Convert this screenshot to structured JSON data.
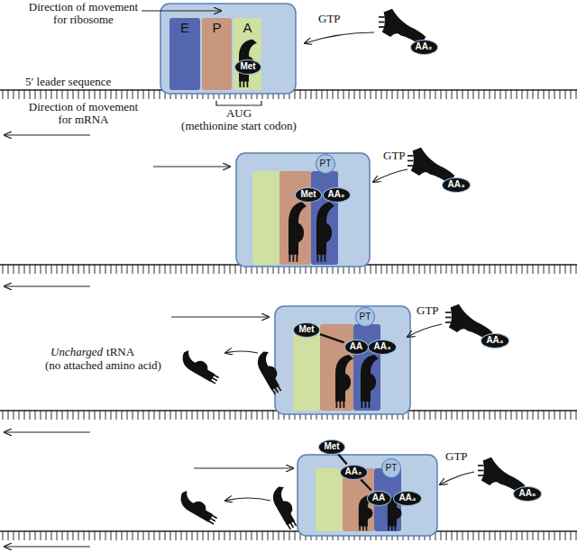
{
  "diagram": {
    "nodes": [
      {
        "text": [
          "E"
        ]
      },
      {
        "text": [
          "P"
        ]
      },
      {
        "text": [
          "A"
        ]
      },
      {
        "text": [
          "Met"
        ]
      },
      {
        "text": [
          "AA₂"
        ]
      },
      {
        "text": [
          "PT"
        ]
      },
      {
        "text": [
          "Met"
        ]
      },
      {
        "text": [
          "AA₂"
        ]
      },
      {
        "text": [
          "AA₃"
        ]
      },
      {
        "text": [
          "PT"
        ]
      },
      {
        "text": [
          "Met"
        ]
      },
      {
        "text": [
          "AA"
        ]
      },
      {
        "text": [
          "AA₃"
        ]
      },
      {
        "text": [
          "AA₄"
        ]
      },
      {
        "text": [
          "PT"
        ]
      },
      {
        "text": [
          "Met"
        ]
      },
      {
        "text": [
          "AA₂"
        ]
      },
      {
        "text": [
          "AA"
        ]
      },
      {
        "text": [
          "AA₄"
        ]
      },
      {
        "text": [
          "AA₅"
        ]
      }
    ],
    "edges": [
      {
        "from": 10,
        "to": 11,
        "arrow": "none"
      },
      {
        "from": 15,
        "to": 16,
        "arrow": "none"
      },
      {
        "from": 16,
        "to": 17,
        "arrow": "none"
      }
    ],
    "labels": [
      "Direction of movement for ribosome",
      "GTP",
      "5′ leader sequence",
      "Direction of movement for mRNA",
      "AUG",
      "(methionine start codon)",
      "GTP",
      "Uncharged",
      "tRNA",
      "(no attached amino acid)",
      "GTP",
      "GTP"
    ]
  }
}
